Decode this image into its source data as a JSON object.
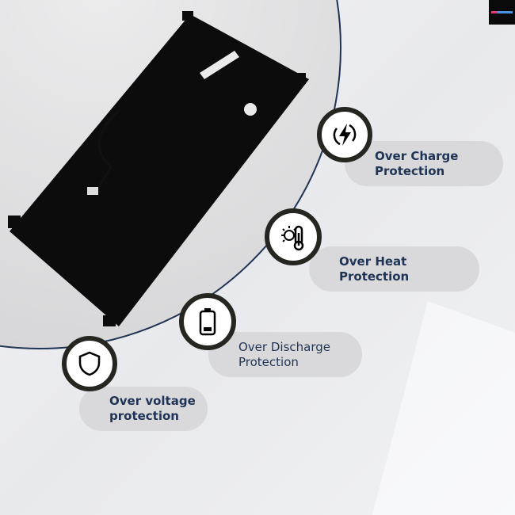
{
  "brand_logo": {
    "text": "",
    "colors": [
      "#e83a6f",
      "#4a8fe0"
    ]
  },
  "features": [
    {
      "icon": "lightning-charge-icon",
      "line1": "Over Charge",
      "line2": "Protection"
    },
    {
      "icon": "thermometer-sun-icon",
      "line1": "Over Heat",
      "line2": "Protection"
    },
    {
      "icon": "battery-icon",
      "line1": "Over Discharge",
      "line2": "Protection"
    },
    {
      "icon": "shield-icon",
      "line1": "Over voltage",
      "line2": "protection"
    }
  ],
  "colors": {
    "text": "#1f3455",
    "badge_ring": "#24261f",
    "pill": "#d9d9db",
    "arc": "#1f3455"
  }
}
